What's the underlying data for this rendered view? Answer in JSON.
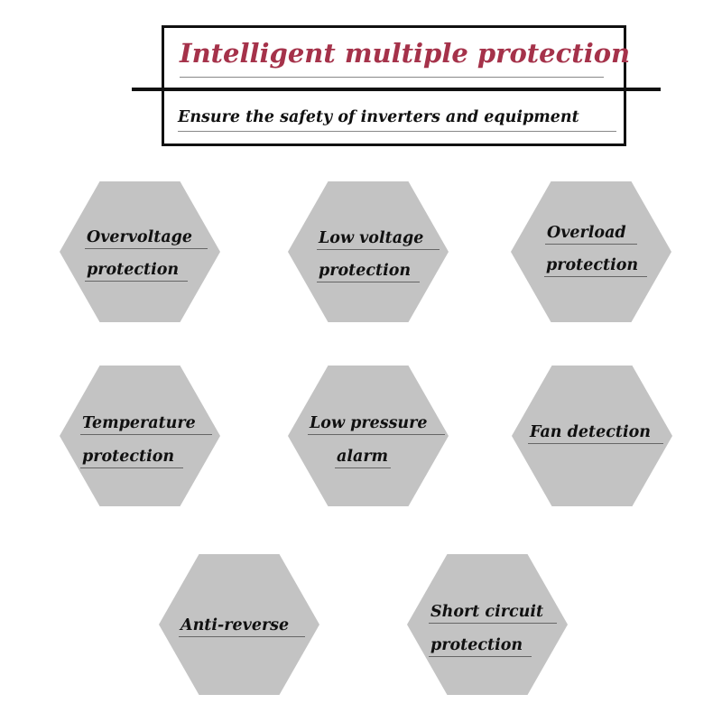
{
  "header": {
    "title": "Intelligent multiple protection",
    "subtitle": "Ensure the safety of inverters and equipment",
    "title_color": "#a5324a"
  },
  "hexagon_fill": "#c3c3c3",
  "features": [
    {
      "line1": "Overvoltage",
      "line2": "protection"
    },
    {
      "line1": "Low voltage",
      "line2": "protection"
    },
    {
      "line1": "Overload",
      "line2": "protection"
    },
    {
      "line1": "Temperature",
      "line2": "protection"
    },
    {
      "line1": "Low pressure",
      "line2": "alarm"
    },
    {
      "line1": "Fan detection"
    },
    {
      "line1": "Anti-reverse"
    },
    {
      "line1": "Short circuit",
      "line2": "protection"
    }
  ]
}
